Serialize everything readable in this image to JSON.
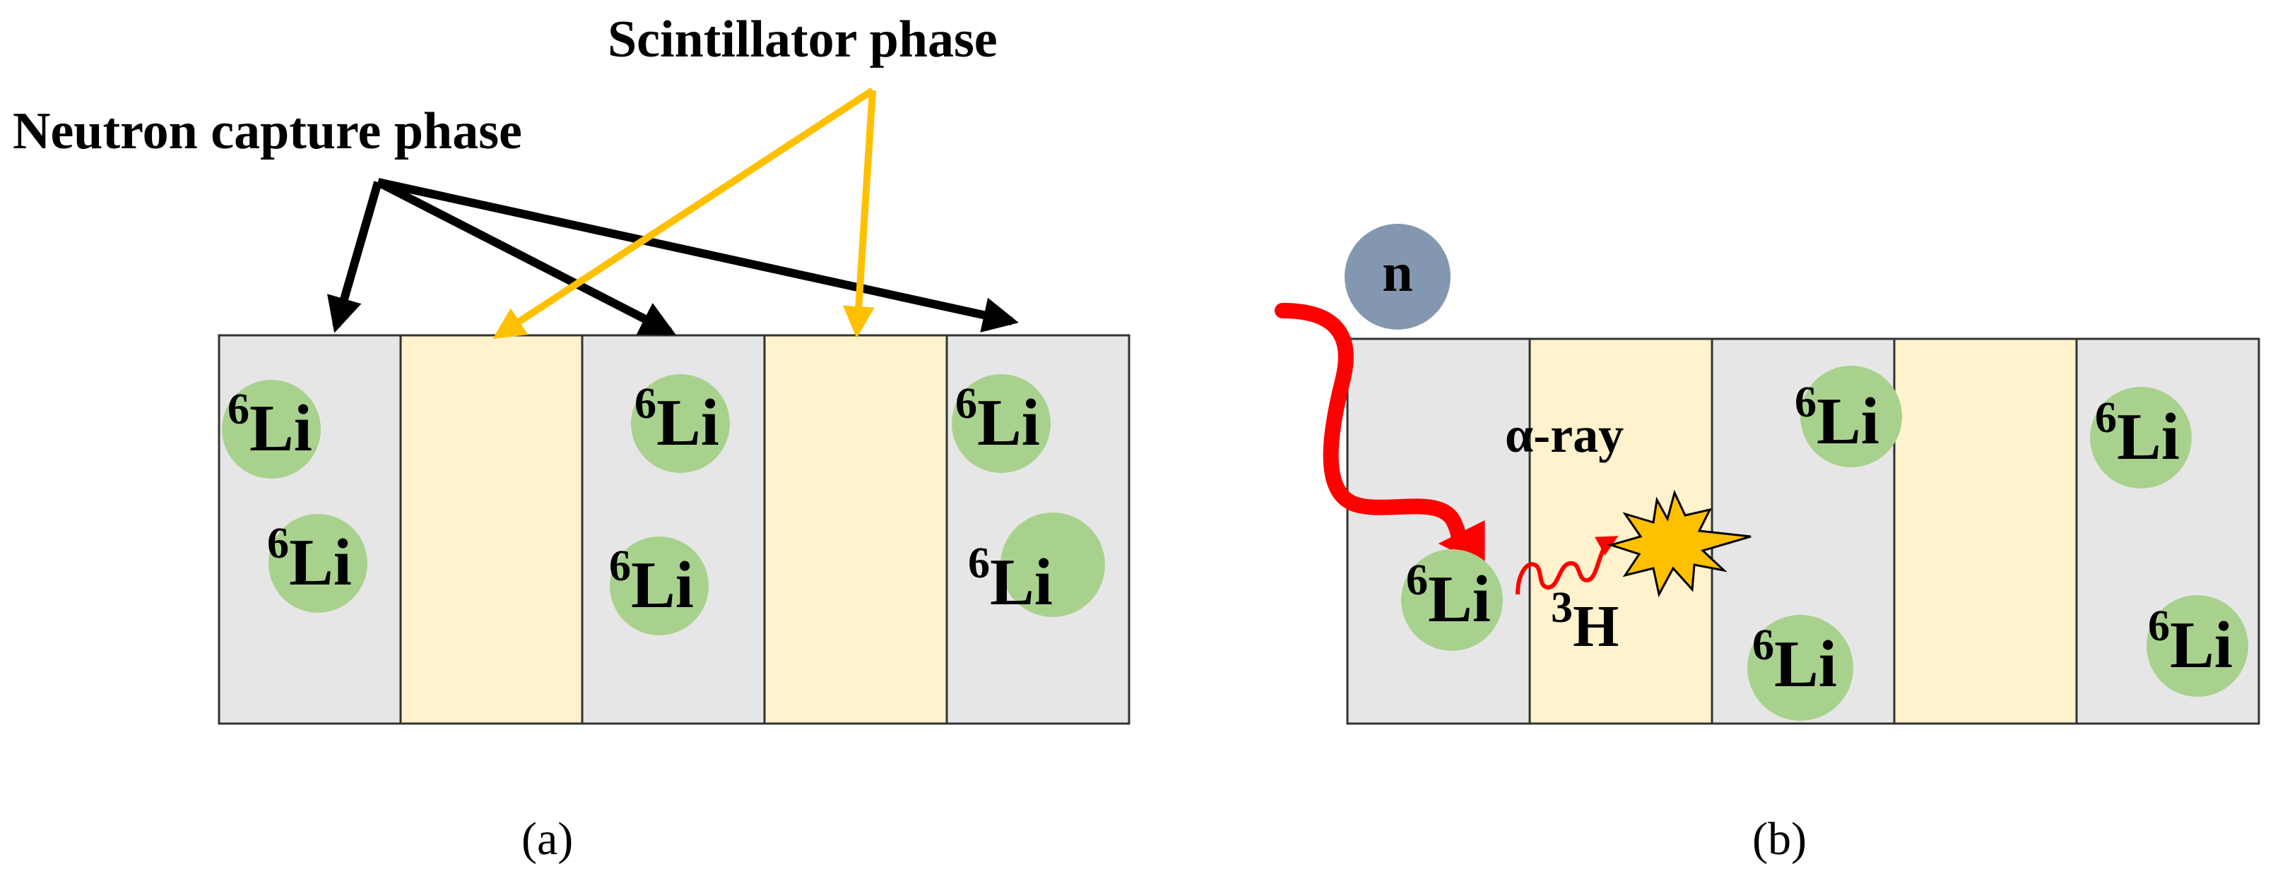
{
  "panel_a": {
    "label_neutron_capture": "Neutron capture phase",
    "label_scintillator": "Scintillator phase",
    "li_mass": "6",
    "li_symbol": "Li",
    "caption": "(a)"
  },
  "panel_b": {
    "neutron_symbol": "n",
    "alpha_label": "α-ray",
    "tritium_mass": "3",
    "tritium_symbol": "H",
    "li_mass": "6",
    "li_symbol": "Li",
    "caption": "(b)"
  },
  "colors": {
    "capture_phase": "#e6e6e6",
    "scintillator_phase": "#fff2cc",
    "li_circle": "#a9d18e",
    "neutron_circle": "#8497b0",
    "black_arrow": "#000000",
    "yellow_arrow": "#ffc000",
    "neutron_path": "#ff0000",
    "flash": "#ffc000"
  }
}
